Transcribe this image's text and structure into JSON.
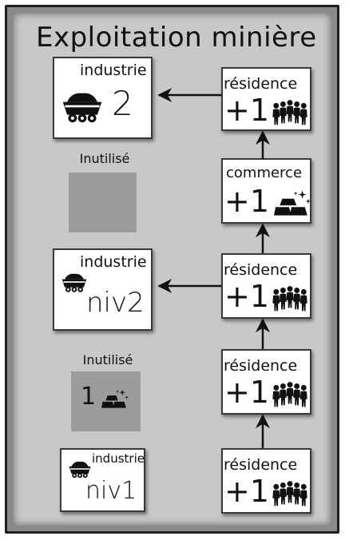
{
  "title": "Exploitation minière",
  "right_column": [
    {
      "label": "résidence",
      "bonus": "+1",
      "icon": "people-icon"
    },
    {
      "label": "commerce",
      "bonus": "+1",
      "icon": "gold-bars-icon"
    },
    {
      "label": "résidence",
      "bonus": "+1",
      "icon": "people-icon"
    },
    {
      "label": "résidence",
      "bonus": "+1",
      "icon": "people-icon"
    },
    {
      "label": "résidence",
      "bonus": "+1",
      "icon": "people-icon"
    }
  ],
  "left_column": {
    "industry_top": {
      "label": "industrie",
      "value": "2",
      "icon": "mine-cart-icon"
    },
    "unused_1": {
      "label": "Inutilisé"
    },
    "industry_mid": {
      "label": "industrie",
      "value": "niv2",
      "icon": "mine-cart-icon"
    },
    "unused_2": {
      "label": "Inutilisé",
      "value": "1",
      "icon": "gold-bars-icon"
    },
    "industry_bottom": {
      "label": "industrie",
      "value": "niv1",
      "icon": "mine-cart-icon"
    }
  },
  "colors": {
    "panel_background": "#c8c8c8",
    "unused_slot": "#9c9c9c",
    "card_background": "#ffffff",
    "text": "#111111"
  }
}
